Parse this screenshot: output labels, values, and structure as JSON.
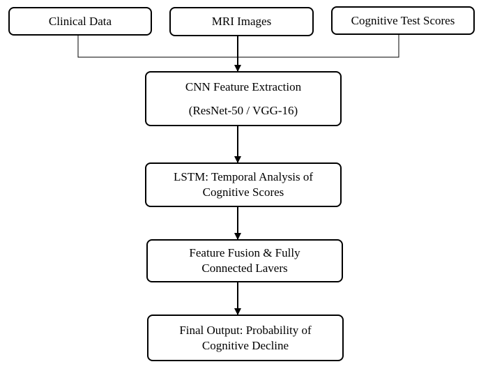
{
  "inputs": {
    "clinical": "Clinical Data",
    "mri": "MRI Images",
    "cognitive": "Cognitive Test Scores"
  },
  "cnn": {
    "line1": "CNN Feature Extraction",
    "line2": "(ResNet-50 / VGG-16)"
  },
  "lstm": {
    "line1": "LSTM: Temporal Analysis of",
    "line2": "Cognitive Scores"
  },
  "fusion": {
    "line1": "Feature Fusion & Fully",
    "line2": "Connected Lavers"
  },
  "output": {
    "line1": "Final Output: Probability of",
    "line2": "Cognitive Decline"
  },
  "colors": {
    "stroke": "#000000",
    "background": "#ffffff"
  }
}
